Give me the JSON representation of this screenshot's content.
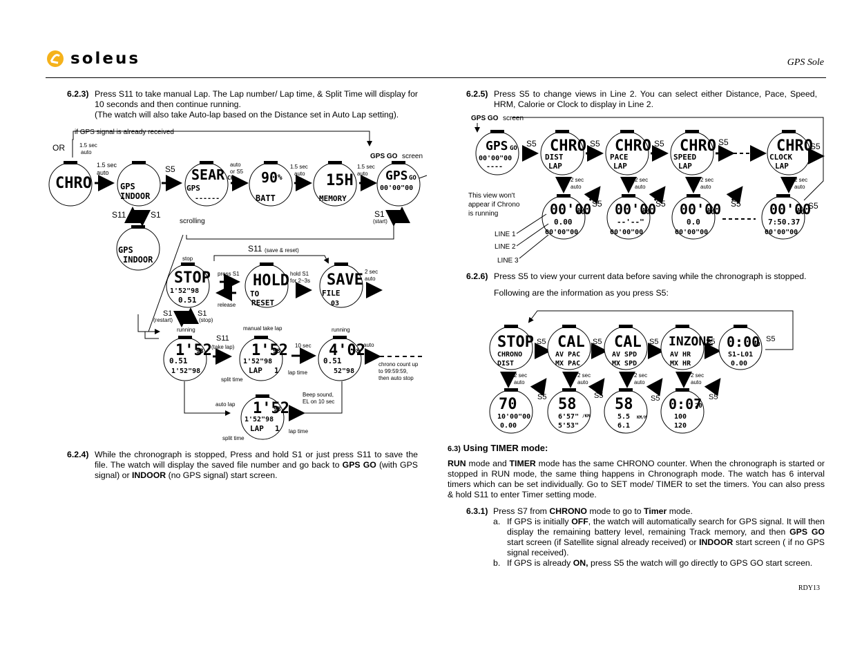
{
  "header": {
    "brand": "soleus",
    "doc_title": "GPS Sole"
  },
  "footer": {
    "code": "RDY13"
  },
  "left": {
    "s623": {
      "num": "6.2.3)",
      "text": "Press S11 to take manual Lap. The Lap number/ Lap time, & Split Time will display for 10 seconds and then continue running.",
      "text2": "(The watch will also take Auto-lap based on the Distance set in Auto Lap setting)."
    },
    "diagram": {
      "gps_received": "if GPS signal is already received",
      "or": "OR",
      "auto_15_a": "1.5 sec",
      "auto_15_b": "auto",
      "s5": "S5",
      "auto_or_s5_a": "auto",
      "auto_or_s5_b": "or S5",
      "gps_go_screen_b": "GPS GO",
      "gps_go_screen_s": "screen",
      "scrolling": "scrolling",
      "s11": "S11",
      "s1": "S1",
      "start": "(start)",
      "stop_lbl": "stop",
      "s11_save": "S11",
      "save_reset": "(save & reset)",
      "press_s1": "press S1",
      "release": "release",
      "hold_s1_a": "hold S1",
      "hold_s1_b": "for 2~3s",
      "two_sec_a": "2 sec",
      "two_sec_b": "auto",
      "restart": "(restart)",
      "stop_p": "(stop)",
      "running": "running",
      "manual_lap": "manual take lap",
      "take_lap": "(take lap)",
      "ten_sec": "10 sec",
      "auto": "auto",
      "split_time": "split time",
      "lap_time": "lap time",
      "count_up_a": "chrono count up",
      "count_up_b": "to 99:59:59,",
      "count_up_c": "then auto stop",
      "auto_lap": "auto lap",
      "beep_a": "Beep sound,",
      "beep_b": "EL on 10 sec",
      "w_chro": "CHRO",
      "w_gps": "GPS",
      "w_indoor": "INDOOR",
      "w_sear": "SEAR",
      "w_ch": "CH",
      "w_dash": "------",
      "w_90": "90",
      "w_pct": "%",
      "w_batt": "BATT",
      "w_15h": "15H",
      "w_memory": "MEMORY",
      "w_go": "GO",
      "w_zero": "00'00\"00",
      "w_stop": "STOP",
      "w_152": "1'52\"98",
      "w_051": "0.51",
      "w_hold": "HOLD",
      "w_to": "TO",
      "w_reset": "RESET",
      "w_save": "SAVE",
      "w_file": "FILE",
      "w_03": "03",
      "w_152big": "1'52",
      "w_98": "98",
      "w_lap": "LAP",
      "w_1": "1",
      "w_402": "4'02",
      "w_52": "52\"98"
    },
    "s624": {
      "num": "6.2.4)",
      "p1": "While the chronograph is stopped, Press and hold S1 or just press S11 to save the file. The watch will display the saved file number and go back to ",
      "b1": "GPS GO",
      "p2": " (with GPS signal) or ",
      "b2": "INDOOR",
      "p3": " (no GPS signal) start screen."
    }
  },
  "right": {
    "s625": {
      "num": "6.2.5)",
      "text": "Press S5 to change views in Line 2. You can select either Distance, Pace, Speed, HRM, Calorie or Clock to display in Line 2."
    },
    "diagram1": {
      "gps_go_b": "GPS GO",
      "gps_go_s": "screen",
      "s5": "S5",
      "two_sec_a": "2 sec",
      "two_sec_b": "auto",
      "note_a": "This view won't",
      "note_b": "appear if Chrono",
      "note_c": "is running",
      "line1": "LINE 1",
      "line2": "LINE 2",
      "line3": "LINE 3",
      "w_gps": "GPS",
      "w_go": "GO",
      "w_zero": "00'00\"00",
      "w_dash": "----",
      "w_chro": "CHRO",
      "w_dist": "DIST",
      "w_pace": "PACE",
      "w_speed": "SPEED",
      "w_clock": "CLOCK",
      "w_lap": "LAP",
      "w_00": "00'00",
      "w_00s": "00",
      "w_000": "0.00",
      "w_pace_dash": "--'--\"",
      "w_0": "0.0",
      "w_time": "7:50.37"
    },
    "s626": {
      "num": "6.2.6)",
      "text": "Press S5 to view your current data before saving while the chronograph is stopped.",
      "following": "Following are the information as you press S5:"
    },
    "diagram2": {
      "s5": "S5",
      "two_sec_a": "2 sec",
      "two_sec_b": "auto",
      "w_stop": "STOP",
      "w_chrono": "CHRONO",
      "w_dist": "DIST",
      "w_cal": "CAL",
      "w_avpac": "AV PAC",
      "w_mxpac": "MX PAC",
      "w_avspd": "AV SPD",
      "w_mxspd": "MX SPD",
      "w_inzone": "INZONE",
      "w_avhr": "AV HR",
      "w_mxhr": "MX HR",
      "w_000": "0:00",
      "w_00": "00",
      "w_s1l01": "S1-L01",
      "w_0dot00": "0.00",
      "w_70": "70",
      "w_10": "10'00\"00",
      "w_58": "58",
      "w_657": "6'57\"",
      "w_km": "/KM",
      "w_553": "5'53\"",
      "w_55": "5.5",
      "w_kmh": "KM/H",
      "w_61": "6.1",
      "w_007": "0:07",
      "w_20": "20",
      "w_100": "100",
      "w_120": "120"
    },
    "s63": {
      "num": "6.3)",
      "title": "Using TIMER mode:"
    },
    "s63p": {
      "b1": "RUN",
      "p1": " mode and ",
      "b2": "TIMER",
      "p2": " mode has the same CHRONO counter. When the chronograph is started or stopped in RUN mode, the same thing happens in Chronograph mode. The watch has 6 interval timers which can be set individually. Go to SET mode/ TIMER to set the timers. You can also press & hold S11 to enter Timer setting mode."
    },
    "s631": {
      "num": "6.3.1)",
      "p1": "Press S7 from ",
      "b1": "CHRONO",
      "p2": " mode to go to ",
      "b2": "Timer",
      "p3": " mode."
    },
    "item_a": {
      "l": "a.",
      "p1": "If GPS is initially ",
      "b1": "OFF",
      "p2": ", the watch will automatically search for GPS signal. It will then display the remaining battery level, remaining Track memory, and then ",
      "b2": "GPS GO",
      "p3": " start screen (if Satellite signal already received) or ",
      "b3": "INDOOR",
      "p4": " start screen ( if no GPS signal received)."
    },
    "item_b": {
      "l": "b.",
      "p1": "If GPS is already ",
      "b1": "ON,",
      "p2": " press S5 the watch will go directly to GPS GO start screen."
    }
  }
}
